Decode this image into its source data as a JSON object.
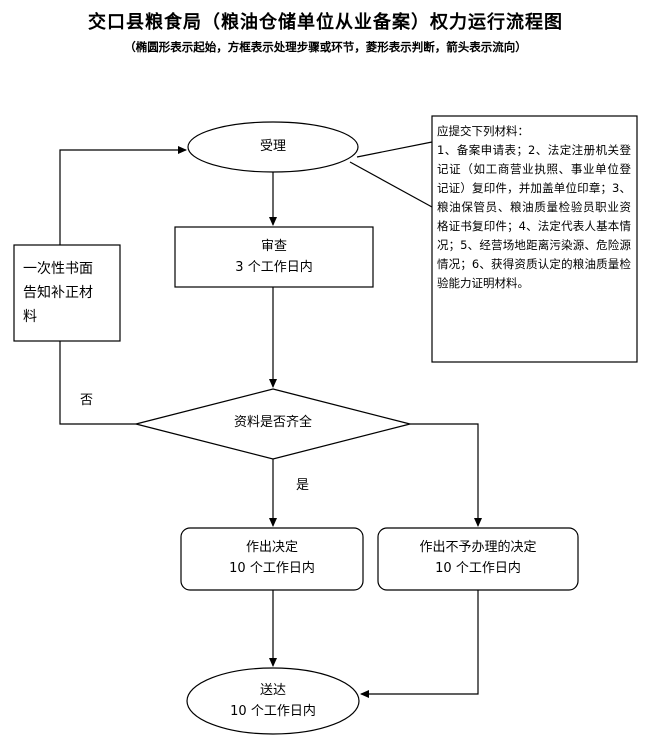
{
  "title": "交口县粮食局（粮油仓储单位从业备案）权力运行流程图",
  "subtitle": "（椭圆形表示起始，方框表示处理步骤或环节，菱形表示判断，箭头表示流向）",
  "nodes": {
    "accept": "受理",
    "review_line1": "审查",
    "review_line2": "3 个工作日内",
    "decision": "资料是否齐全",
    "approve_line1": "作出决定",
    "approve_line2": "10 个工作日内",
    "reject_line1": "作出不予办理的决定",
    "reject_line2": "10 个工作日内",
    "deliver_line1": "送达",
    "deliver_line2": "10 个工作日内",
    "notify_line1": "一次性书面",
    "notify_line2": "告知补正材",
    "notify_line3": "料"
  },
  "edge_labels": {
    "no": "否",
    "yes": "是"
  },
  "materials": {
    "heading": "应提交下列材料：",
    "body": "1、备案申请表；2、法定注册机关登记证（如工商营业执照、事业单位登记证）复印件，并加盖单位印章；3、粮油保管员、粮油质量检验员职业资格证书复印件；4、法定代表人基本情况；5、经营场地距离污染源、危险源情况；6、获得资质认定的粮油质量检验能力证明材料。"
  }
}
